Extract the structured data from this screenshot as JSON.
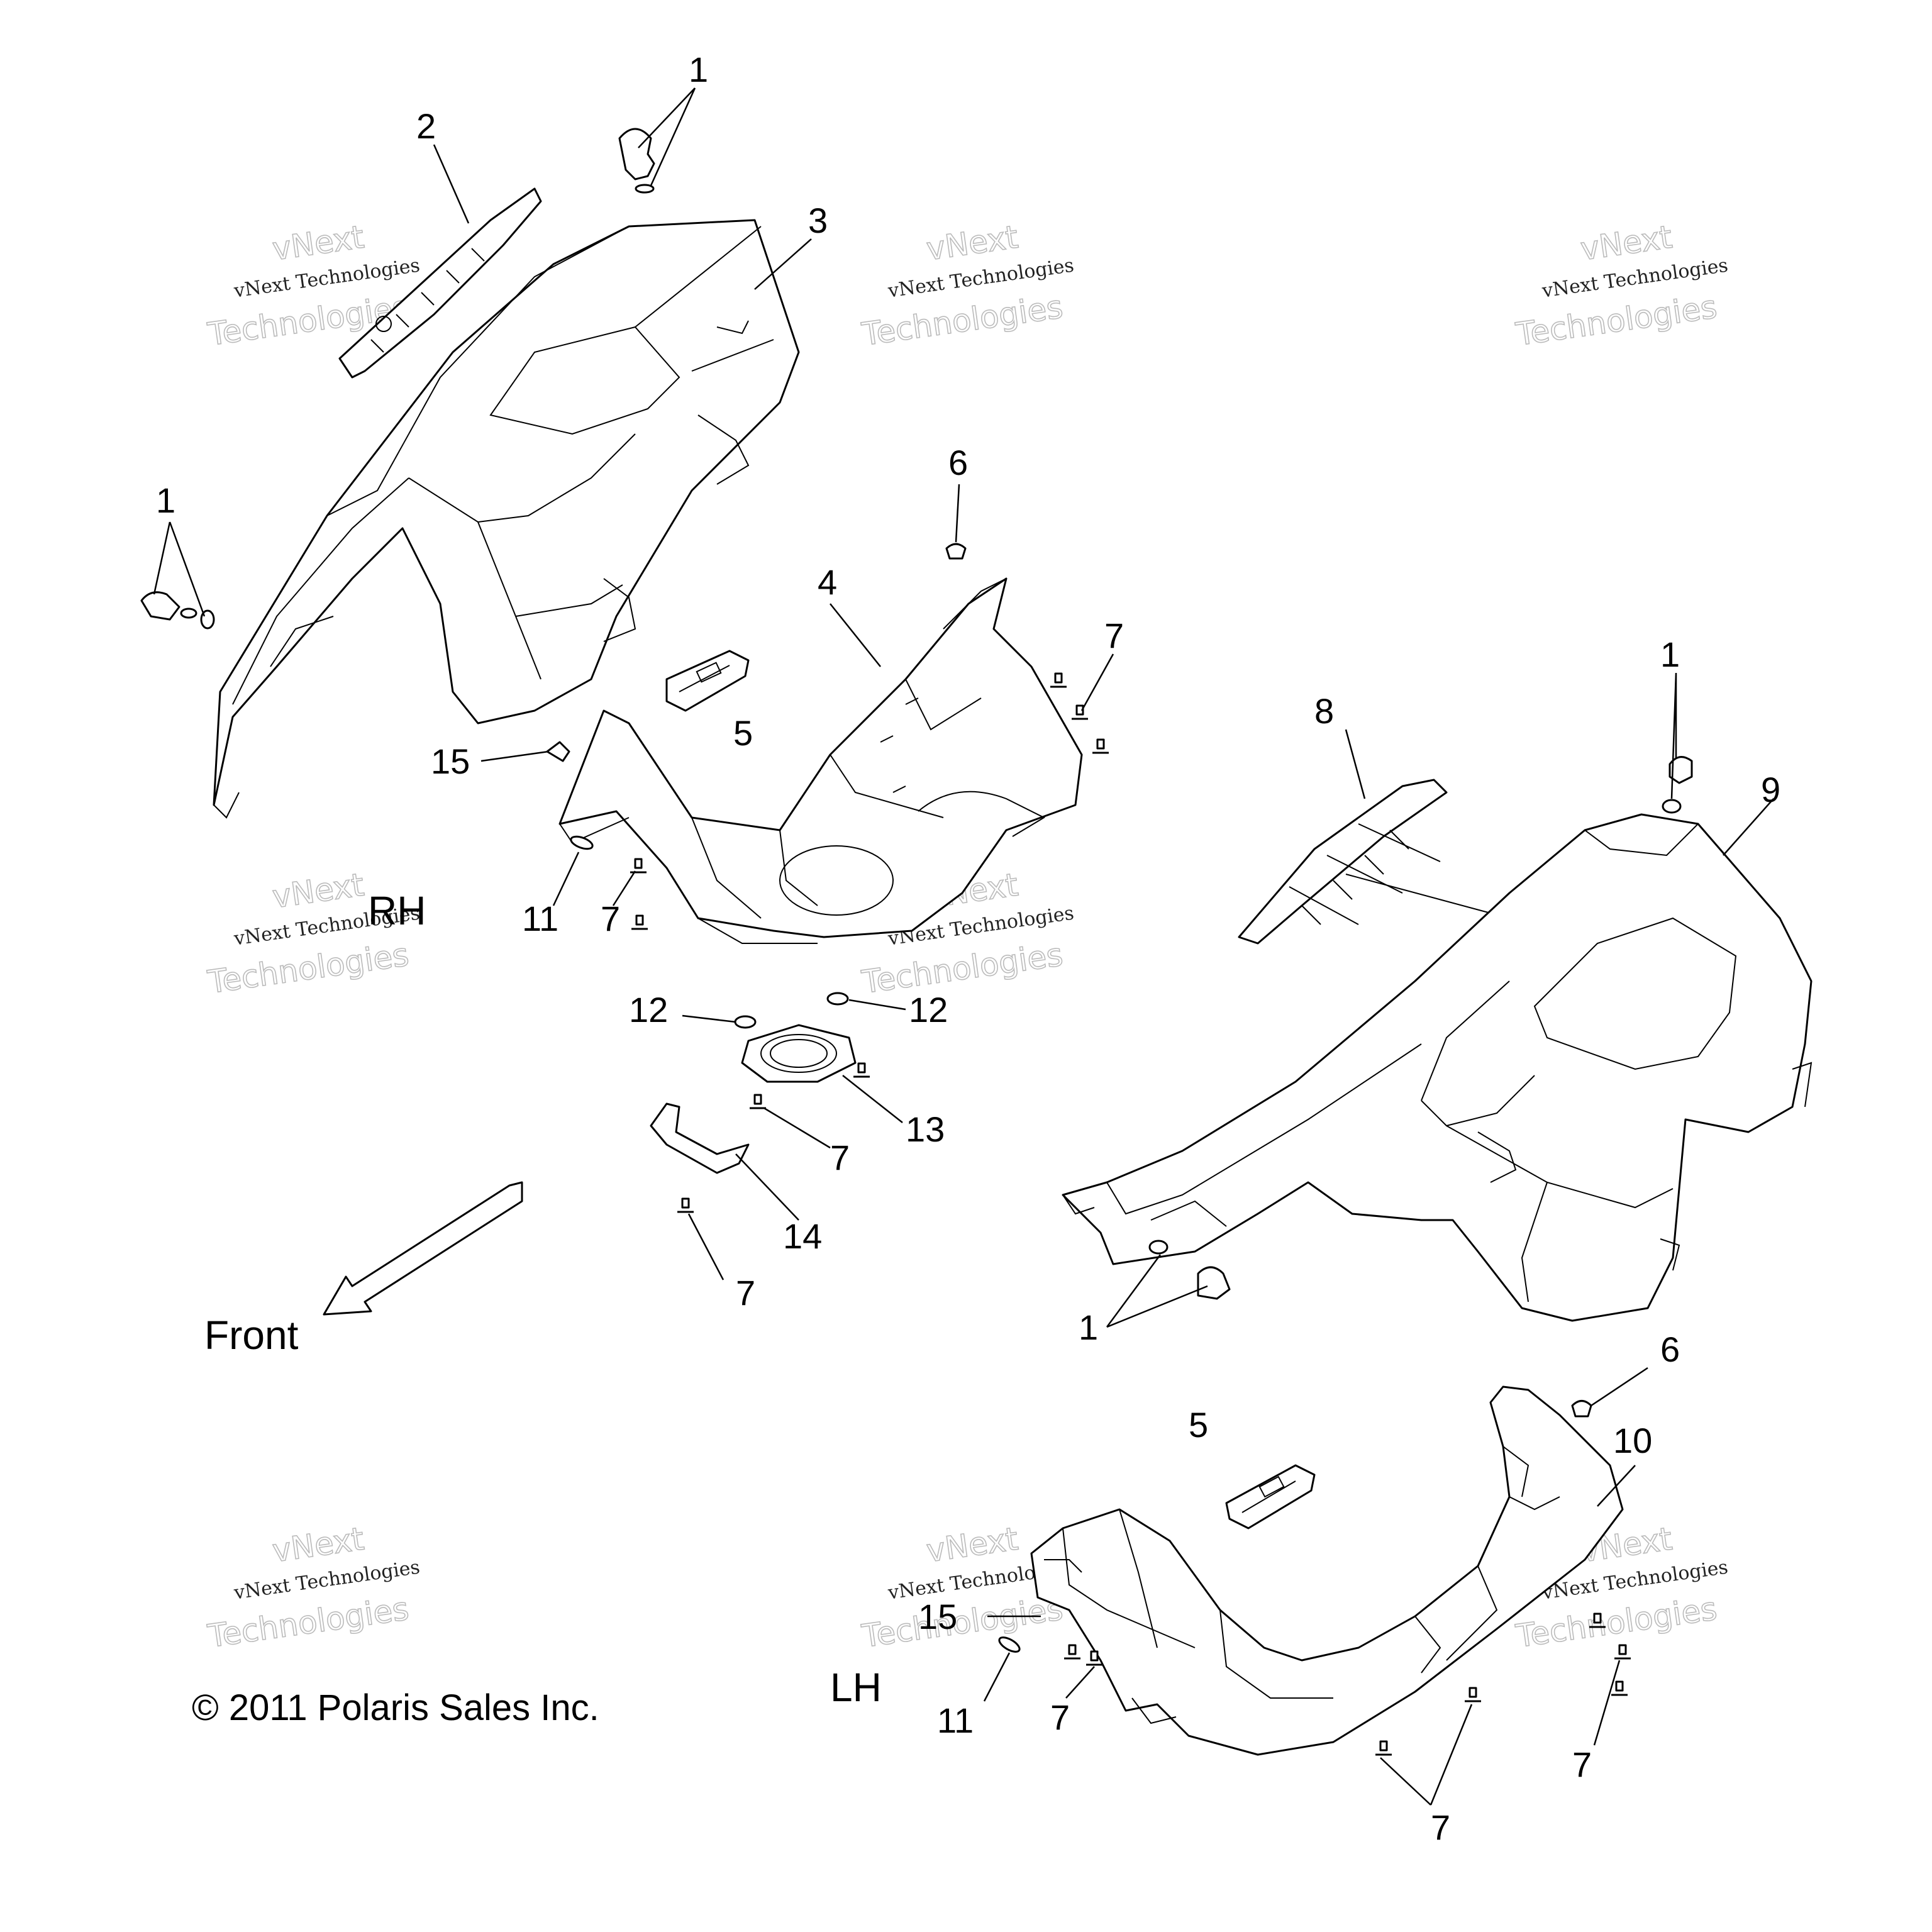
{
  "callouts": [
    {
      "id": "1a",
      "text": "1"
    },
    {
      "id": "2",
      "text": "2"
    },
    {
      "id": "3",
      "text": "3"
    },
    {
      "id": "1b",
      "text": "1"
    },
    {
      "id": "6a",
      "text": "6"
    },
    {
      "id": "4",
      "text": "4"
    },
    {
      "id": "7a",
      "text": "7"
    },
    {
      "id": "5a",
      "text": "5"
    },
    {
      "id": "15a",
      "text": "15"
    },
    {
      "id": "11a",
      "text": "11"
    },
    {
      "id": "7b",
      "text": "7"
    },
    {
      "id": "12a",
      "text": "12"
    },
    {
      "id": "12b",
      "text": "12"
    },
    {
      "id": "13",
      "text": "13"
    },
    {
      "id": "7c",
      "text": "7"
    },
    {
      "id": "14",
      "text": "14"
    },
    {
      "id": "7d",
      "text": "7"
    },
    {
      "id": "1c",
      "text": "1"
    },
    {
      "id": "8",
      "text": "8"
    },
    {
      "id": "9",
      "text": "9"
    },
    {
      "id": "1d",
      "text": "1"
    },
    {
      "id": "6b",
      "text": "6"
    },
    {
      "id": "5b",
      "text": "5"
    },
    {
      "id": "10",
      "text": "10"
    },
    {
      "id": "15b",
      "text": "15"
    },
    {
      "id": "11b",
      "text": "11"
    },
    {
      "id": "7e",
      "text": "7"
    },
    {
      "id": "7f",
      "text": "7"
    },
    {
      "id": "7g",
      "text": "7"
    }
  ],
  "labels": {
    "rh": "RH",
    "lh": "LH",
    "front": "Front",
    "copyright": "© 2011 Polaris Sales Inc."
  },
  "watermark": {
    "line1": "vNext Technologies",
    "line2": "Technologies",
    "line3": "vNext"
  }
}
